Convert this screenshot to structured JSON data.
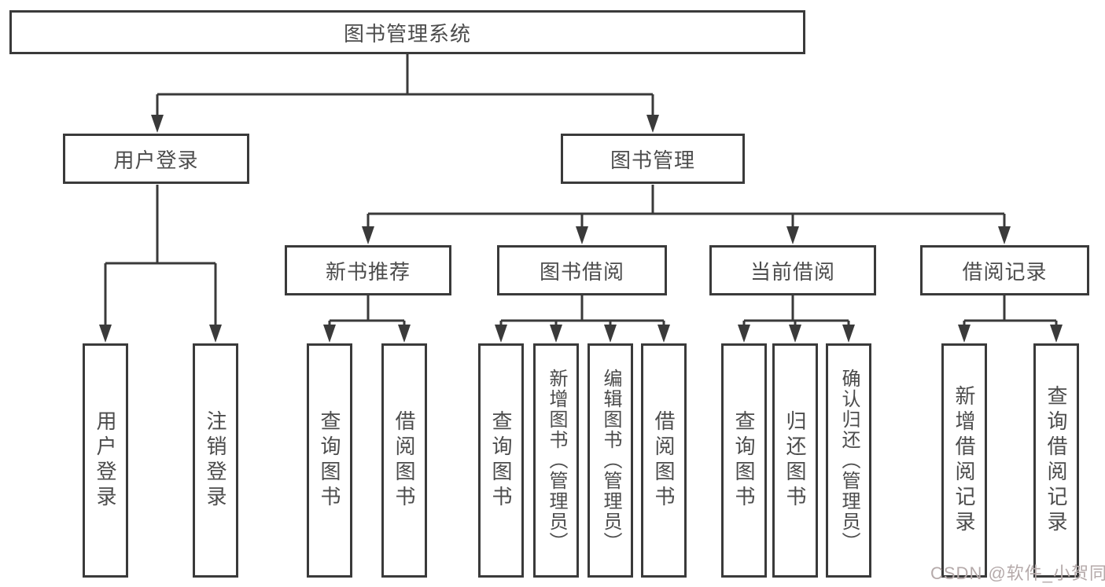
{
  "tree": {
    "label": "图书管理系统",
    "children": [
      {
        "label": "用户登录",
        "children": [
          {
            "label": "用户登录"
          },
          {
            "label": "注销登录"
          }
        ]
      },
      {
        "label": "图书管理",
        "children": [
          {
            "label": "新书推荐",
            "children": [
              {
                "label": "查询图书"
              },
              {
                "label": "借阅图书"
              }
            ]
          },
          {
            "label": "图书借阅",
            "children": [
              {
                "label": "查询图书"
              },
              {
                "label": "新增图书（管理员）"
              },
              {
                "label": "编辑图书（管理员）"
              },
              {
                "label": "借阅图书"
              }
            ]
          },
          {
            "label": "当前借阅",
            "children": [
              {
                "label": "查询图书"
              },
              {
                "label": "归还图书"
              },
              {
                "label": "确认归还（管理员）"
              }
            ]
          },
          {
            "label": "借阅记录",
            "children": [
              {
                "label": "新增借阅记录"
              },
              {
                "label": "查询借阅记录"
              }
            ]
          }
        ]
      }
    ]
  },
  "watermark": {
    "text": "CSDN @软件_小贺同学"
  },
  "colors": {
    "line": "#3a3a3a",
    "node_border": "#3a3a3a",
    "node_text": "#4c4c4c",
    "watermark_text": "#b5aaaa",
    "background": "#ffffff"
  }
}
